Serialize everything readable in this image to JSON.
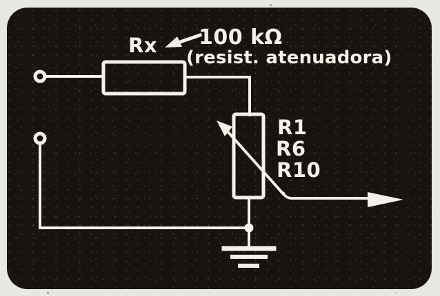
{
  "scene": {
    "description": "Hand-drawn schematic on dark panel: series attenuating resistor feeding a potentiometer voltage divider to output",
    "paper_color": "#e9e7e2",
    "panel_color": "#17130f",
    "ink_color": "#f3f1ea"
  },
  "labels": {
    "attenuator_name": "Rx",
    "attenuator_value": "100 kΩ",
    "attenuator_note": "(resist. atenuadora)",
    "potentiometer_refs": [
      "R1",
      "R6",
      "R10"
    ]
  },
  "components": {
    "input_terminals": 2,
    "series_resistor": "Rx = 100 kΩ (resist. atenuadora)",
    "potentiometer": "R1 / R6 / R10, wiper to output arrow",
    "ground": "bottom rail to chassis ground symbol"
  }
}
